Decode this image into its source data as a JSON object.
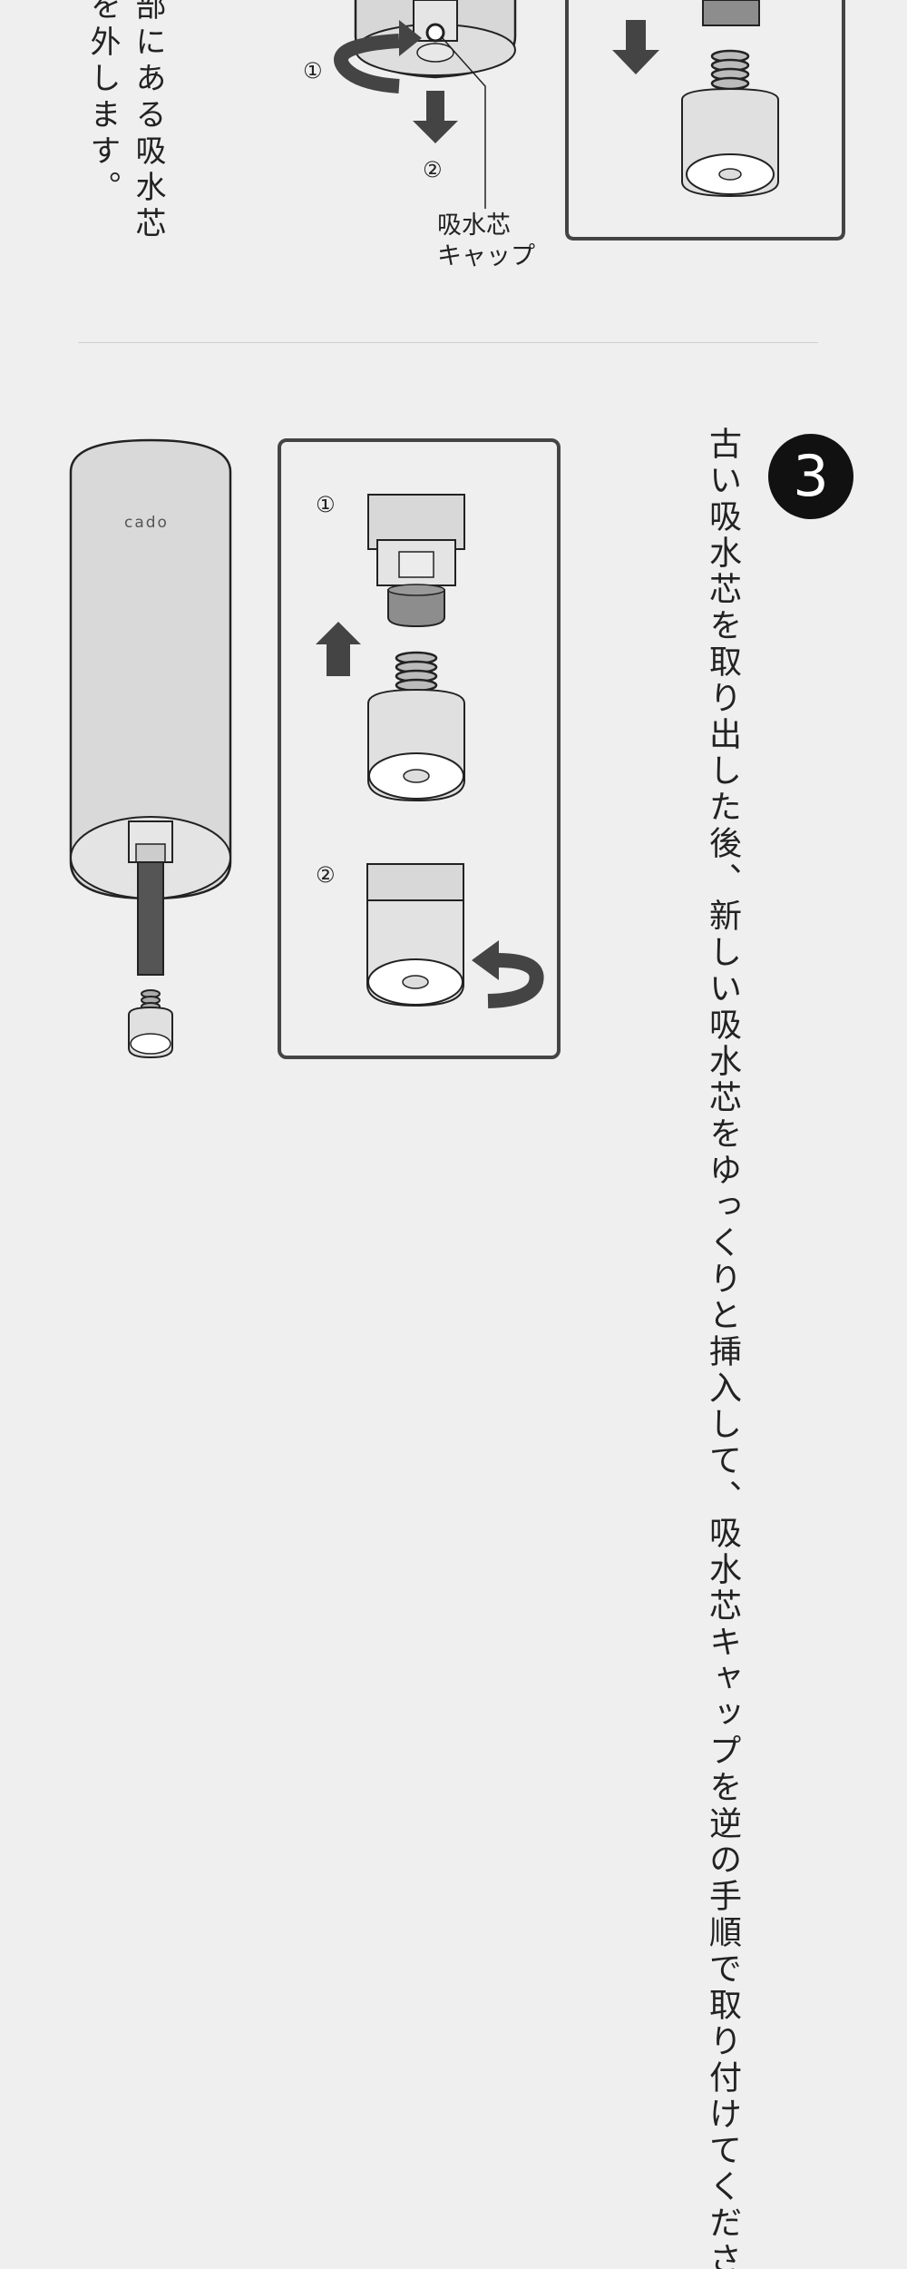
{
  "top_instruction": "部にある吸水芯\nを外します。",
  "top_markers": {
    "m1": "①",
    "m2": "②"
  },
  "cap_label": "吸水芯\nキャップ",
  "step": {
    "number": "3",
    "instruction": "古い吸水芯を取り出した後、新しい吸水芯をゆっくりと挿入して、吸水芯キャップを逆の手順で取り付けてください。"
  },
  "brand": "cado",
  "inset_markers": {
    "m1": "①",
    "m2": "②"
  }
}
